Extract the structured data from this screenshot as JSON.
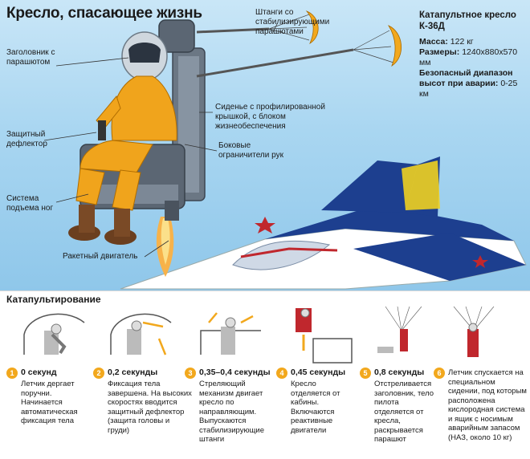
{
  "title": "Кресло, спасающее жизнь",
  "spec": {
    "heading": "Катапультное кресло К-36Д",
    "mass_label": "Масса:",
    "mass_value": "122 кг",
    "size_label": "Размеры:",
    "size_value": "1240х880х570 мм",
    "range_label": "Безопасный диапазон высот при аварии:",
    "range_value": "0-25 км"
  },
  "callouts": {
    "stabilizer": "Штанги со стабилизирующими парашютами",
    "headrest": "Заголовник с парашютом",
    "seat": "Сиденье с профилированной крышкой, с блоком жизнеобеспечения",
    "deflector": "Защитный дефлектор",
    "arm_limiters": "Боковые ограничители рук",
    "leg_lift": "Система подъема ног",
    "rocket": "Ракетный двигатель"
  },
  "sequence_title": "Катапультирование",
  "steps": [
    {
      "num": "1",
      "time": "0 секунд",
      "text": "Летчик дергает поручни. Начинается автоматическая фиксация тела"
    },
    {
      "num": "2",
      "time": "0,2 секунды",
      "text": "Фиксация тела завершена. На высоких скоростях вводится защитный дефлектор (защита головы и груди)"
    },
    {
      "num": "3",
      "time": "0,35–0,4 секунды",
      "text": "Стреляющий механизм двигает кресло по направляющим. Выпускаются стабилизирующие штанги"
    },
    {
      "num": "4",
      "time": "0,45 секунды",
      "text": "Кресло отделяется от кабины. Включаются реактивные двигатели"
    },
    {
      "num": "5",
      "time": "0,8 секунды",
      "text": "Отстреливается заголовник, тело пилота отделяется от кресла, раскрывается парашют"
    },
    {
      "num": "6",
      "time": "",
      "text": "Летчик спускается на специальном сидении, под которым расположена кислородная система и ящик с носимым аварийным запасом (НАЗ, около 10 кг)"
    }
  ],
  "colors": {
    "accent": "#f2a81d",
    "suit": "#f0a41c",
    "sky": "#a9d6f1",
    "jet_blue": "#1d3f8f"
  }
}
